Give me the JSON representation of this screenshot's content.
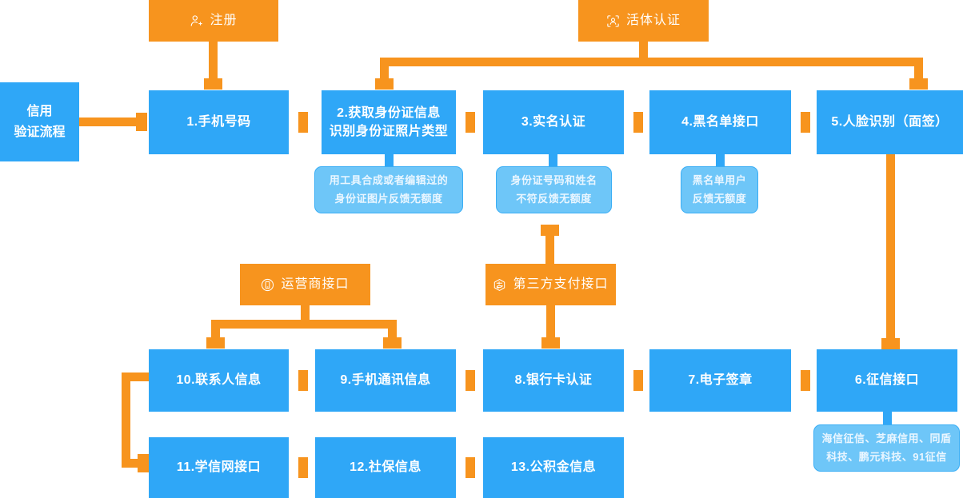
{
  "diagram": {
    "title": "信用验证流程",
    "colors": {
      "orange": "#f7941e",
      "blue": "#2fa7f7",
      "note_blue": "#6ec6f8",
      "note_border": "#3aaef5",
      "background": "#ffffff"
    }
  },
  "entry": {
    "label": "信用\n验证流程"
  },
  "triggers": [
    {
      "id": "register",
      "label": "注册",
      "icon": "user-plus-icon"
    },
    {
      "id": "liveness",
      "label": "活体认证",
      "icon": "face-scan-icon"
    },
    {
      "id": "carrier",
      "label": "运营商接口",
      "icon": "mobile-circle-icon"
    },
    {
      "id": "thirdpay",
      "label": "第三方支付接口",
      "icon": "alipay-circle-icon"
    }
  ],
  "steps": [
    {
      "id": "s1",
      "label": "1.手机号码"
    },
    {
      "id": "s2",
      "label": "2.获取身份证信息\n识别身份证照片类型"
    },
    {
      "id": "s3",
      "label": "3.实名认证"
    },
    {
      "id": "s4",
      "label": "4.黑名单接口"
    },
    {
      "id": "s5",
      "label": "5.人脸识别（面签）"
    },
    {
      "id": "s6",
      "label": "6.征信接口"
    },
    {
      "id": "s7",
      "label": "7.电子签章"
    },
    {
      "id": "s8",
      "label": "8.银行卡认证"
    },
    {
      "id": "s9",
      "label": "9.手机通讯信息"
    },
    {
      "id": "s10",
      "label": "10.联系人信息"
    },
    {
      "id": "s11",
      "label": "11.学信网接口"
    },
    {
      "id": "s12",
      "label": "12.社保信息"
    },
    {
      "id": "s13",
      "label": "13.公积金信息"
    }
  ],
  "notes": [
    {
      "id": "n2",
      "for": "s2",
      "label": "用工具合成或者编辑过的\n身份证图片反馈无额度"
    },
    {
      "id": "n3",
      "for": "s3",
      "label": "身份证号码和姓名\n不符反馈无额度"
    },
    {
      "id": "n4",
      "for": "s4",
      "label": "黑名单用户\n反馈无额度"
    },
    {
      "id": "n6",
      "for": "s6",
      "label": "海信征信、芝麻信用、同盾\n科技、鹏元科技、91征信"
    }
  ]
}
